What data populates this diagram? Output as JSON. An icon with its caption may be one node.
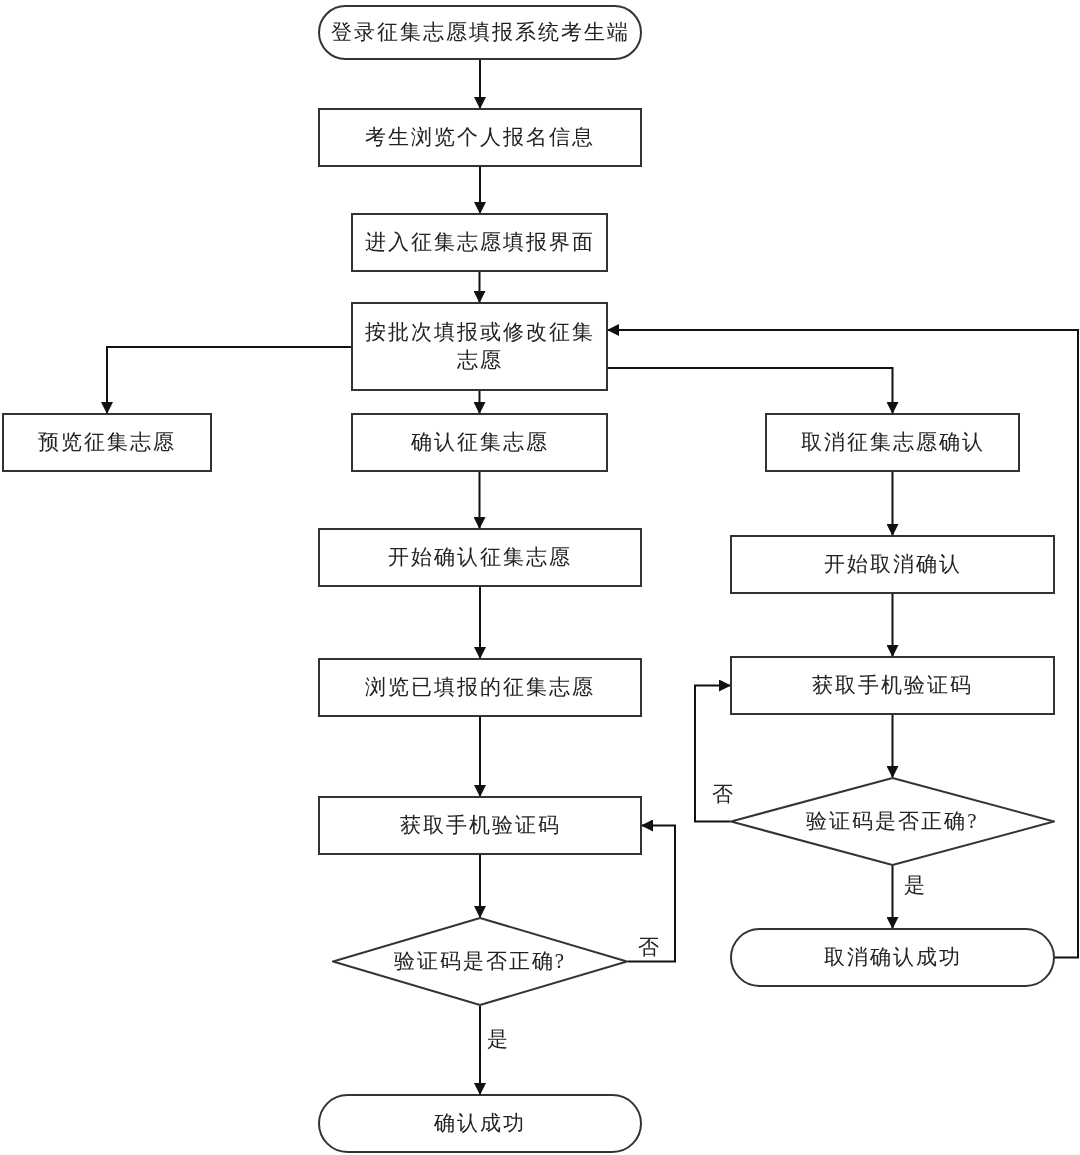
{
  "diagram": {
    "nodes": [
      {
        "text": [
          "登录征集志愿填报系统考生端"
        ]
      },
      {
        "text": [
          "考生浏览个人报名信息"
        ]
      },
      {
        "text": [
          "进入征集志愿填报界面"
        ]
      },
      {
        "text": [
          "按批次填报或修改征集志愿"
        ]
      },
      {
        "text": [
          "预览征集志愿"
        ]
      },
      {
        "text": [
          "确认征集志愿"
        ]
      },
      {
        "text": [
          "取消征集志愿确认"
        ]
      },
      {
        "text": [
          "开始确认征集志愿"
        ]
      },
      {
        "text": [
          "浏览已填报的征集志愿"
        ]
      },
      {
        "text": [
          "获取手机验证码"
        ]
      },
      {
        "text": [
          "验证码是否正确?"
        ]
      },
      {
        "text": [
          "确认成功"
        ]
      },
      {
        "text": [
          "开始取消确认"
        ]
      },
      {
        "text": [
          "获取手机验证码"
        ]
      },
      {
        "text": [
          "验证码是否正确?"
        ]
      },
      {
        "text": [
          "取消确认成功"
        ]
      }
    ],
    "edges": [
      {
        "from": 0,
        "to": 1,
        "arrow": "to"
      },
      {
        "from": 1,
        "to": 2,
        "arrow": "to"
      },
      {
        "from": 2,
        "to": 3,
        "arrow": "to"
      },
      {
        "from": 3,
        "to": 4,
        "arrow": "to"
      },
      {
        "from": 3,
        "to": 5,
        "arrow": "to"
      },
      {
        "from": 3,
        "to": 6,
        "arrow": "to"
      },
      {
        "from": 5,
        "to": 7,
        "arrow": "to"
      },
      {
        "from": 7,
        "to": 8,
        "arrow": "to"
      },
      {
        "from": 8,
        "to": 9,
        "arrow": "to"
      },
      {
        "from": 9,
        "to": 10,
        "arrow": "to"
      },
      {
        "from": 10,
        "to": 9,
        "arrow": "to",
        "label": "否"
      },
      {
        "from": 10,
        "to": 11,
        "arrow": "to",
        "label": "是"
      },
      {
        "from": 6,
        "to": 12,
        "arrow": "to"
      },
      {
        "from": 12,
        "to": 13,
        "arrow": "to"
      },
      {
        "from": 13,
        "to": 14,
        "arrow": "to"
      },
      {
        "from": 14,
        "to": 13,
        "arrow": "to",
        "label": "否"
      },
      {
        "from": 14,
        "to": 15,
        "arrow": "to",
        "label": "是"
      },
      {
        "from": 15,
        "to": 3,
        "arrow": "to"
      }
    ]
  }
}
